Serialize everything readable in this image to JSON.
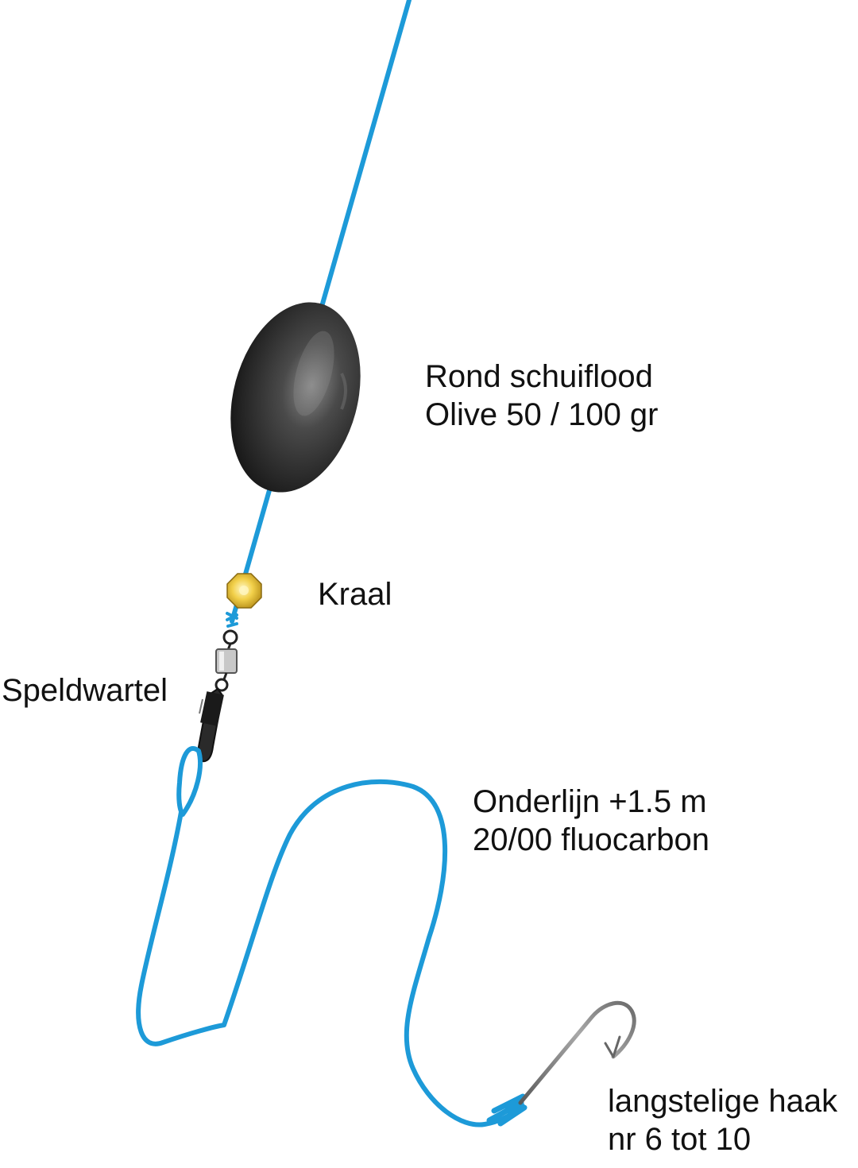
{
  "colors": {
    "line": "#1d9ad8",
    "sinker": "#2c2c2c",
    "bead": "#e9c028",
    "hook": "#8a8a8a",
    "text": "#111111"
  },
  "labels": {
    "sinker": {
      "line1": "Rond schuiflood",
      "line2": "Olive 50 / 100 gr"
    },
    "bead": {
      "line1": "Kraal"
    },
    "swivel": {
      "line1": "Speldwartel"
    },
    "leader": {
      "line1": "Onderlijn +1.5 m",
      "line2": "20/00 fluocarbon"
    },
    "hook": {
      "line1": "langstelige haak",
      "line2": "nr 6 tot 10"
    }
  }
}
